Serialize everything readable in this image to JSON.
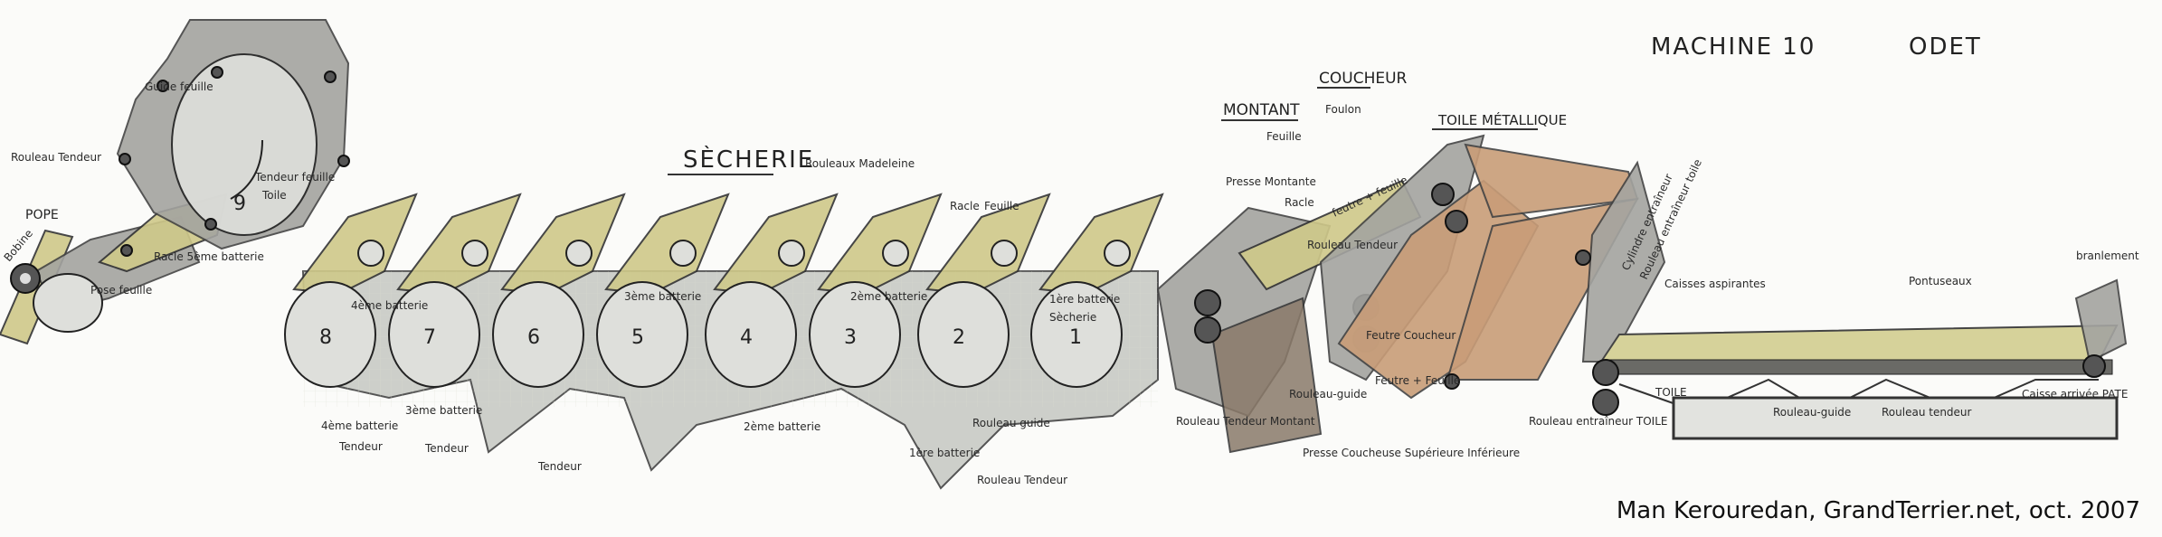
{
  "titles": {
    "machine": "MACHINE 10",
    "site": "ODET",
    "secherie": "SÈCHERIE",
    "montant": "MONTANT",
    "coucheur": "COUCHEUR",
    "toile": "TOILE MÉTALLIQUE",
    "pope": "POPE"
  },
  "cylinders": [
    "9",
    "8",
    "7",
    "6",
    "5",
    "4",
    "3",
    "2",
    "1"
  ],
  "labels": {
    "rouleau_tendeur_9": "Rouleau Tendeur",
    "guide_feuille": "Guide feuille",
    "tendeur_feuille": "Tendeur feuille",
    "toile": "Toile",
    "racle_batterie": "Racle 5ème batterie",
    "pose_feuille": "Pose feuille",
    "bobine": "Bobine",
    "rouleaux_madeleine": "Rouleaux Madeleine",
    "racle": "Racle",
    "feuille_1": "Feuille",
    "presse_montante": "Presse Montante",
    "racle_2": "Racle",
    "feutre_feuille": "feutre + feuille",
    "feuille_2": "Feuille",
    "foulon": "Foulon",
    "rouleau_tendeur_c": "Rouleau Tendeur",
    "feutre_coucheur": "Feutre Coucheur",
    "presse_coucheuse": "Presse Coucheuse Supérieure Inférieure",
    "rouleau_guide_c": "Rouleau-guide",
    "feutre_feuille_2": "Feutre + Feuille",
    "rouleau_tendeur_montant": "Rouleau Tendeur Montant",
    "cylindre_entraineur": "Cylindre entraîneur",
    "rouleau_entraineur": "Rouleau entraîneur toile",
    "caisses": "Caisses aspirantes",
    "pontuseaux": "Pontuseaux",
    "branlement": "branlement",
    "rouleau_entraineur_toile": "Rouleau entraîneur TOILE",
    "toile_bas": "TOILE",
    "rouleau_guide_t": "Rouleau-guide",
    "rouleau_tendeur_t": "Rouleau tendeur",
    "caisse_arrivee": "Caisse arrivée PATE",
    "batterie_4": "4ème batterie",
    "batterie_3": "3ème batterie",
    "batterie_2": "2ème batterie",
    "batterie_1": "1ère batterie",
    "tendeur": "Tendeur",
    "rouleau_guide": "Rouleau guide",
    "rouleau_tendeur_bas": "Rouleau Tendeur",
    "cyl_bat_4": "4ème batterie",
    "cyl_bat_3": "3ème batterie",
    "cyl_bat_2": "2ème batterie",
    "cyl_bat_1": "1ère batterie",
    "secherie_small": "Sècherie"
  },
  "credit": "Man Kerouredan, GrandTerrier.net, oct. 2007"
}
